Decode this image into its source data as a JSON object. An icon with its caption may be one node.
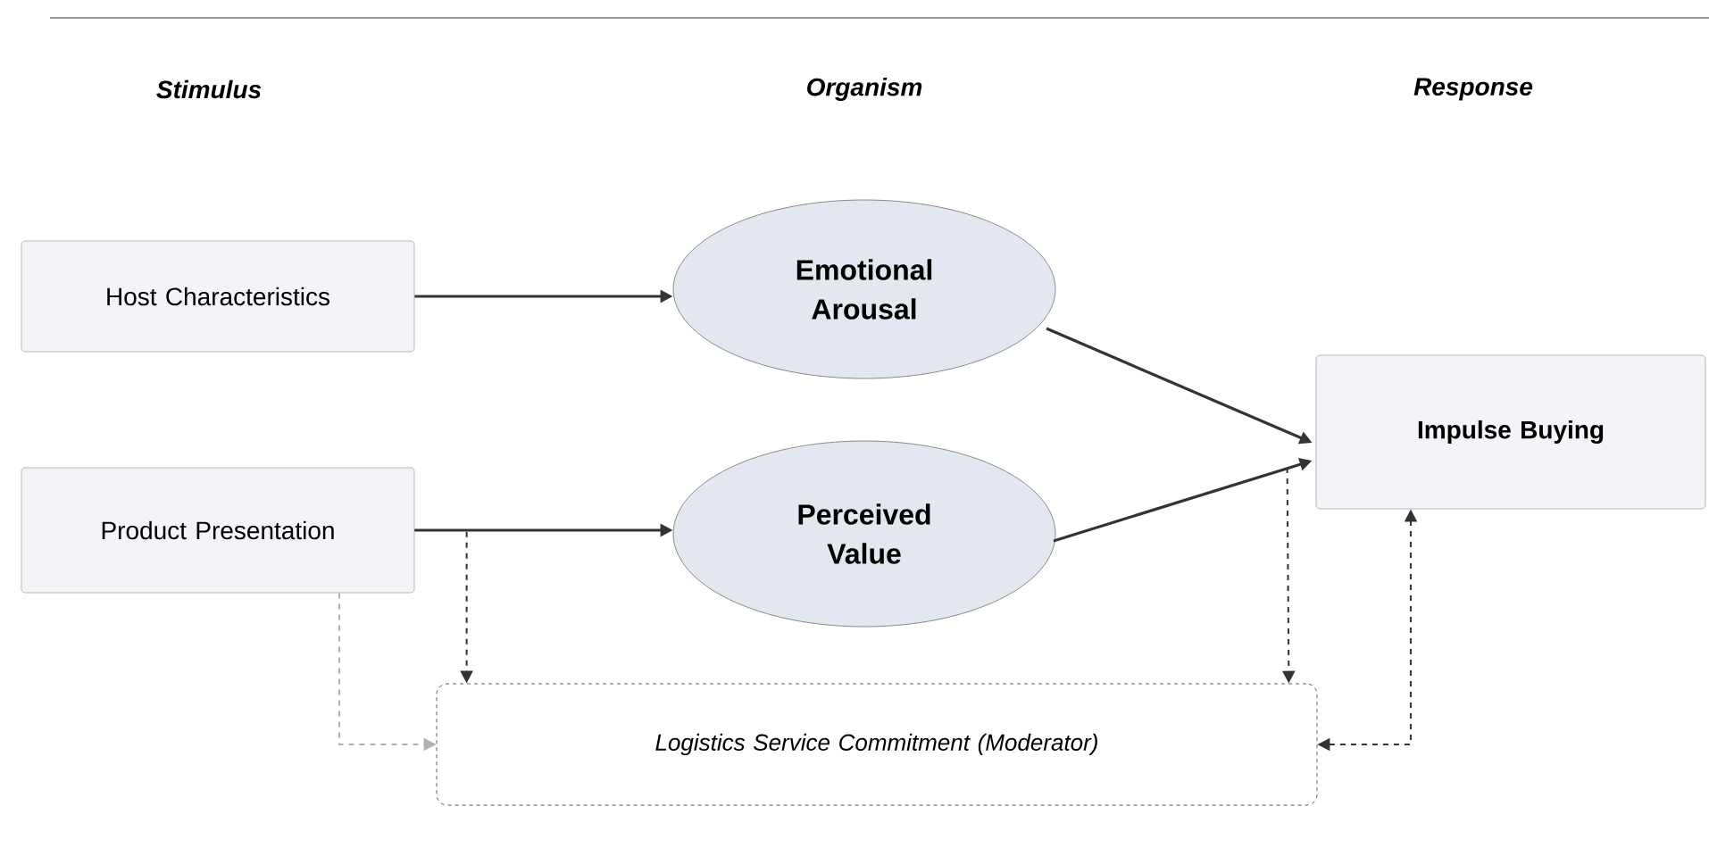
{
  "diagram": {
    "nodes": [
      {
        "text": [
          "Host Characteristics"
        ]
      },
      {
        "text": [
          "Product Presentation"
        ]
      },
      {
        "text": [
          "Emotional Arousal"
        ]
      },
      {
        "text": [
          "Perceived Value"
        ]
      },
      {
        "text": [
          "Impulse Buying"
        ]
      },
      {
        "text": [
          "Logistics Service Commitment (Moderator)"
        ]
      }
    ],
    "edges": [
      {
        "from": 0,
        "to": 2,
        "arrow": "to"
      },
      {
        "from": 1,
        "to": 3,
        "arrow": "to"
      },
      {
        "from": 2,
        "to": 4,
        "arrow": "to"
      },
      {
        "from": 3,
        "to": 4,
        "arrow": "to"
      },
      {
        "from": 1,
        "to": 5,
        "arrow": "to",
        "style": "dashed"
      },
      {
        "from": 1,
        "to": 5,
        "arrow": "to",
        "style": "dashed",
        "color": "#b0b0b0"
      },
      {
        "from": null,
        "to": 5,
        "arrow": "to",
        "style": "dashed"
      },
      {
        "from": 5,
        "to": 4,
        "arrow": "both",
        "style": "dashed"
      }
    ],
    "labels": [
      "Stimulus",
      "Organism",
      "Response"
    ]
  }
}
